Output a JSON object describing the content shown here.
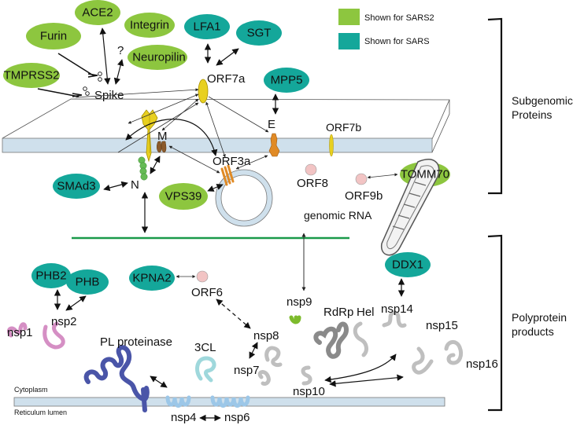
{
  "legend": {
    "sars2": {
      "label": "Shown for  SARS2",
      "color": "#8dc63f"
    },
    "sars": {
      "label": "Shown for SARS",
      "color": "#14a79a"
    }
  },
  "brackets": {
    "subgenomic": {
      "line1": "Subgenomic",
      "line2": "Proteins"
    },
    "polyprotein": {
      "line1": "Polyprotein",
      "line2": "products"
    }
  },
  "host_proteins": {
    "ace2": "ACE2",
    "furin": "Furin",
    "integrin": "Integrin",
    "neuropilin": "Neuropilin",
    "tmprss2": "TMPRSS2",
    "lfa1": "LFA1",
    "sgt": "SGT",
    "mpp5": "MPP5",
    "smad3": "SMAd3",
    "vps39": "VPS39",
    "tomm70": "TOMM70",
    "phb2": "PHB2",
    "phb": "PHB",
    "kpna2": "KPNA2",
    "ddx1": "DDX1"
  },
  "viral_proteins": {
    "spike": "Spike",
    "orf7a": "ORF7a",
    "m": "M",
    "e": "E",
    "orf7b": "ORF7b",
    "n": "N",
    "orf3a": "ORF3a",
    "orf8": "ORF8",
    "orf9b": "ORF9b",
    "orf6": "ORF6",
    "nsp1": "nsp1",
    "nsp2": "nsp2",
    "nsp4": "nsp4",
    "nsp6": "nsp6",
    "nsp7": "nsp7",
    "nsp8": "nsp8",
    "nsp9": "nsp9",
    "nsp10": "nsp10",
    "nsp14": "nsp14",
    "nsp15": "nsp15",
    "nsp16": "nsp16",
    "pl_proteinase": "PL proteinase",
    "cl3": "3CL",
    "rdrp": "RdRp",
    "hel": "Hel"
  },
  "misc": {
    "question": "?",
    "genomic_rna": "genomic RNA",
    "cytoplasm": "Cytoplasm",
    "reticulum_lumen": "Reticulum lumen"
  },
  "colors": {
    "membrane": "#cfe0ec",
    "rna_line": "#1a9a4a",
    "spike": "#e8d020",
    "orange": "#e08a25",
    "brown": "#8b5a2b",
    "pink": "#f2c4c4",
    "nsp_pink": "#d58fc4",
    "pl_blue": "#4a55a8",
    "nsp4_blue": "#9cc7e8",
    "cl3_teal": "#9fd8dc",
    "nsp9_green": "#7dbb2c",
    "gray_dark": "#8a8a8a",
    "gray_light": "#bfbfbf",
    "n_green": "#66bb55"
  }
}
